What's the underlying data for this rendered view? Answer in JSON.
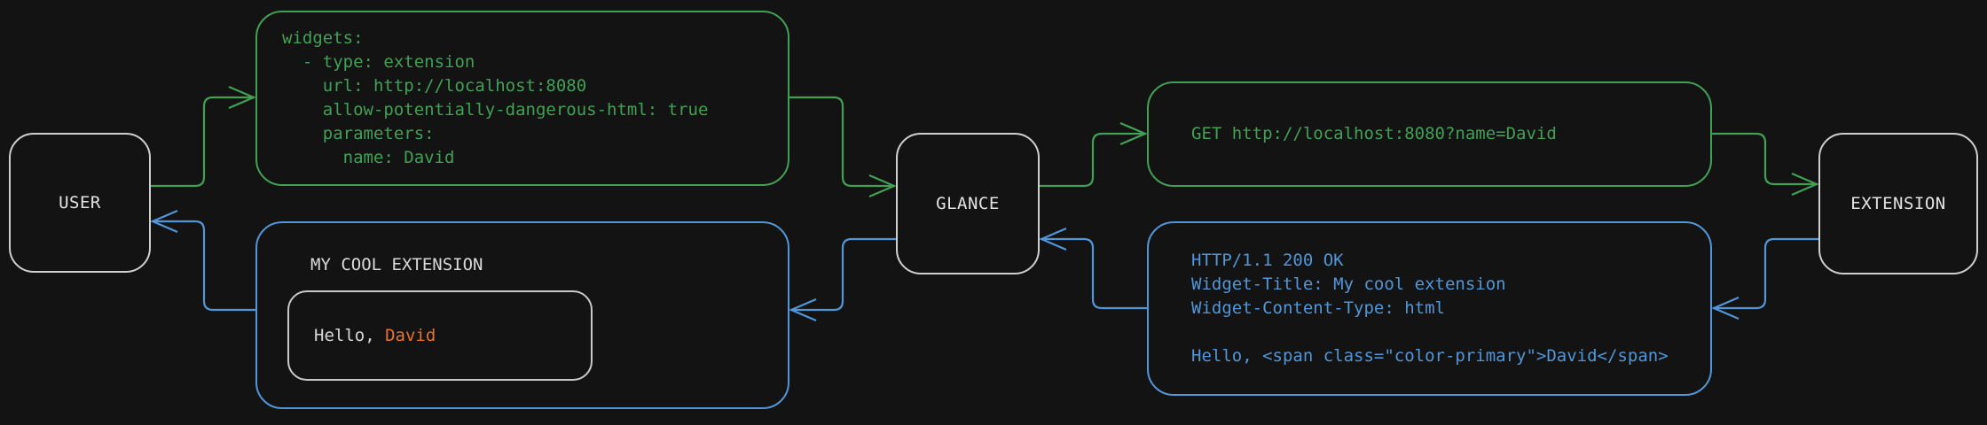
{
  "colors": {
    "background": "#131313",
    "node_border": "#cfcfcf",
    "node_text": "#e3e3e3",
    "green": "#42a055",
    "blue": "#5296d8",
    "orange": "#e5732f",
    "light_text": "#d9d9d9"
  },
  "nodes": {
    "user": {
      "label": "USER"
    },
    "glance": {
      "label": "GLANCE"
    },
    "extension": {
      "label": "EXTENSION"
    }
  },
  "config_box": {
    "code": "widgets:\n  - type: extension\n    url: http://localhost:8080\n    allow-potentially-dangerous-html: true\n    parameters:\n      name: David"
  },
  "request_box": {
    "code": "GET http://localhost:8080?name=David"
  },
  "response_box": {
    "code": "HTTP/1.1 200 OK\nWidget-Title: My cool extension\nWidget-Content-Type: html\n\nHello, <span class=\"color-primary\">David</span>"
  },
  "widget_box": {
    "title": "MY COOL EXTENSION",
    "hello_prefix": "Hello, ",
    "hello_name": "David"
  }
}
